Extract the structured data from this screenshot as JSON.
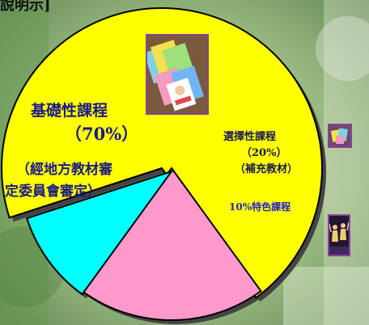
{
  "title_fragment": "說明示]",
  "chart_data": {
    "type": "pie",
    "title": "",
    "slices": [
      {
        "name": "基礎性課程",
        "value": 70,
        "percent_label": "（70%）",
        "note_lines": [
          "（經地方教材審",
          "定委員會審定）"
        ],
        "color": "#ffff00"
      },
      {
        "name": "選擇性課程",
        "value": 20,
        "percent_label": "（20%）",
        "note_lines": [
          "（補充教材）"
        ],
        "color": "#ff99cc"
      },
      {
        "name": "10%特色課程",
        "value": 10,
        "percent_label": "",
        "note_lines": [],
        "color": "#00ffff"
      }
    ],
    "start_angle_deg": 162,
    "legend": "none"
  },
  "colors": {
    "background": "#7fa06a",
    "outline": "#000000",
    "shadow": "#444444",
    "photo_border": "#8b3fa0"
  },
  "icons": [
    "textbook-stack-photo",
    "textbooks-photo",
    "dancers-photo"
  ]
}
